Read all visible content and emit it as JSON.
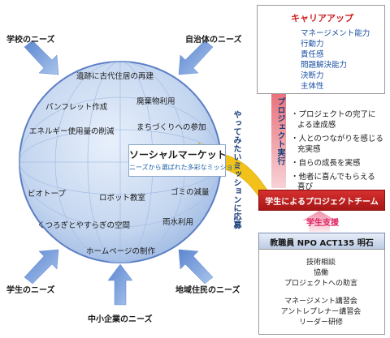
{
  "needs": {
    "school": "学校のニーズ",
    "municipality": "自治体のニーズ",
    "student": "学生のニーズ",
    "regional": "地域住民のニーズ",
    "sme": "中小企業のニーズ"
  },
  "topics": [
    "遺跡に古代住居の再建",
    "パンフレット作成",
    "廃棄物利用",
    "エネルギー使用量の削減",
    "まちづくりへの参加",
    "ビオトープ",
    "ロボット教室",
    "ゴミの減量",
    "雨水利用",
    "くつろぎとやすらぎの空間",
    "ホームページの制作"
  ],
  "market": {
    "title": "ソーシャルマーケット",
    "subtitle": "ニーズから選ばれた多彩なミッション"
  },
  "apply_label": "やってみたいミッションに応募",
  "project_label": "プロジェクト実行",
  "career": {
    "title": "キャリアアップ",
    "items": [
      "マネージメント能力",
      "行動力",
      "責任感",
      "問題解決能力",
      "決断力",
      "主体性"
    ]
  },
  "outcomes": [
    [
      "・プロジェクトの完了に",
      "よる達成感"
    ],
    [
      "・人とのつながりを感じる",
      "充実感"
    ],
    [
      "・自らの成長を実感"
    ],
    [
      "・他者に喜んでもらえる",
      "喜び"
    ]
  ],
  "team_label": "学生によるプロジェクトチーム",
  "support_label": "学生支援",
  "staff_label": "教職員 NPO ACT135 明石",
  "support_items": {
    "a1": "技術相談",
    "a2": "協働",
    "a3": "プロジェクトへの助言",
    "b1": "マネージメント講習会",
    "b2": "アントレプレナー講習会",
    "b3": "リーダー研修"
  },
  "colors": {
    "globe": "#bcd0ef",
    "globe_edge": "#5c7fc4",
    "need_arrow": "#8eb0e2",
    "apply_arrow": "#f2c21a",
    "career_arrow": "#e23a4a",
    "team_red": "#c62020",
    "support_pink": "#f3a3b4"
  }
}
